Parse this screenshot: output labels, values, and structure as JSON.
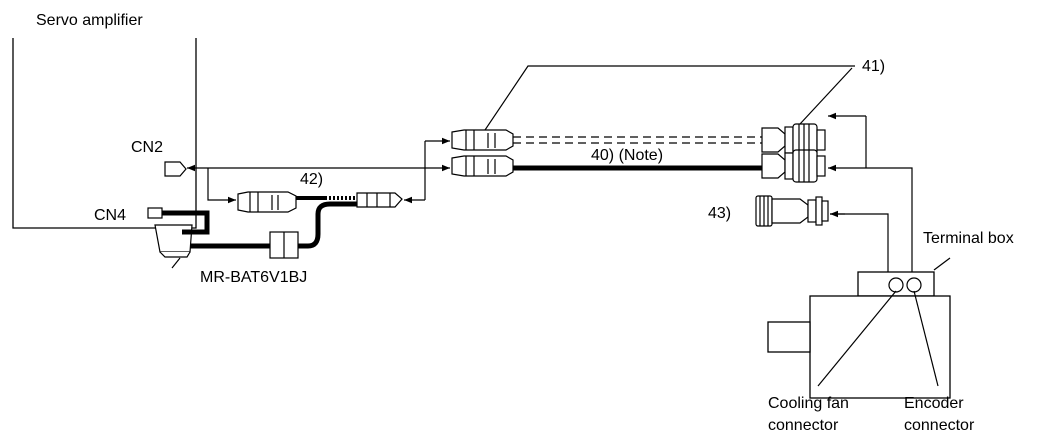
{
  "labels": {
    "servo_amplifier": "Servo amplifier",
    "cn2": "CN2",
    "cn4": "CN4",
    "battery": "MR-BAT6V1BJ",
    "cable_42": "42)",
    "cable_41": "41)",
    "cable_40": "40) (Note)",
    "cable_43": "43)",
    "terminal_box": "Terminal box",
    "cooling_fan_line1": "Cooling fan",
    "cooling_fan_line2": "connector",
    "encoder_line1": "Encoder",
    "encoder_line2": "connector"
  },
  "colors": {
    "line": "#000000",
    "background": "#ffffff",
    "connector_fill": "#ffffff"
  }
}
